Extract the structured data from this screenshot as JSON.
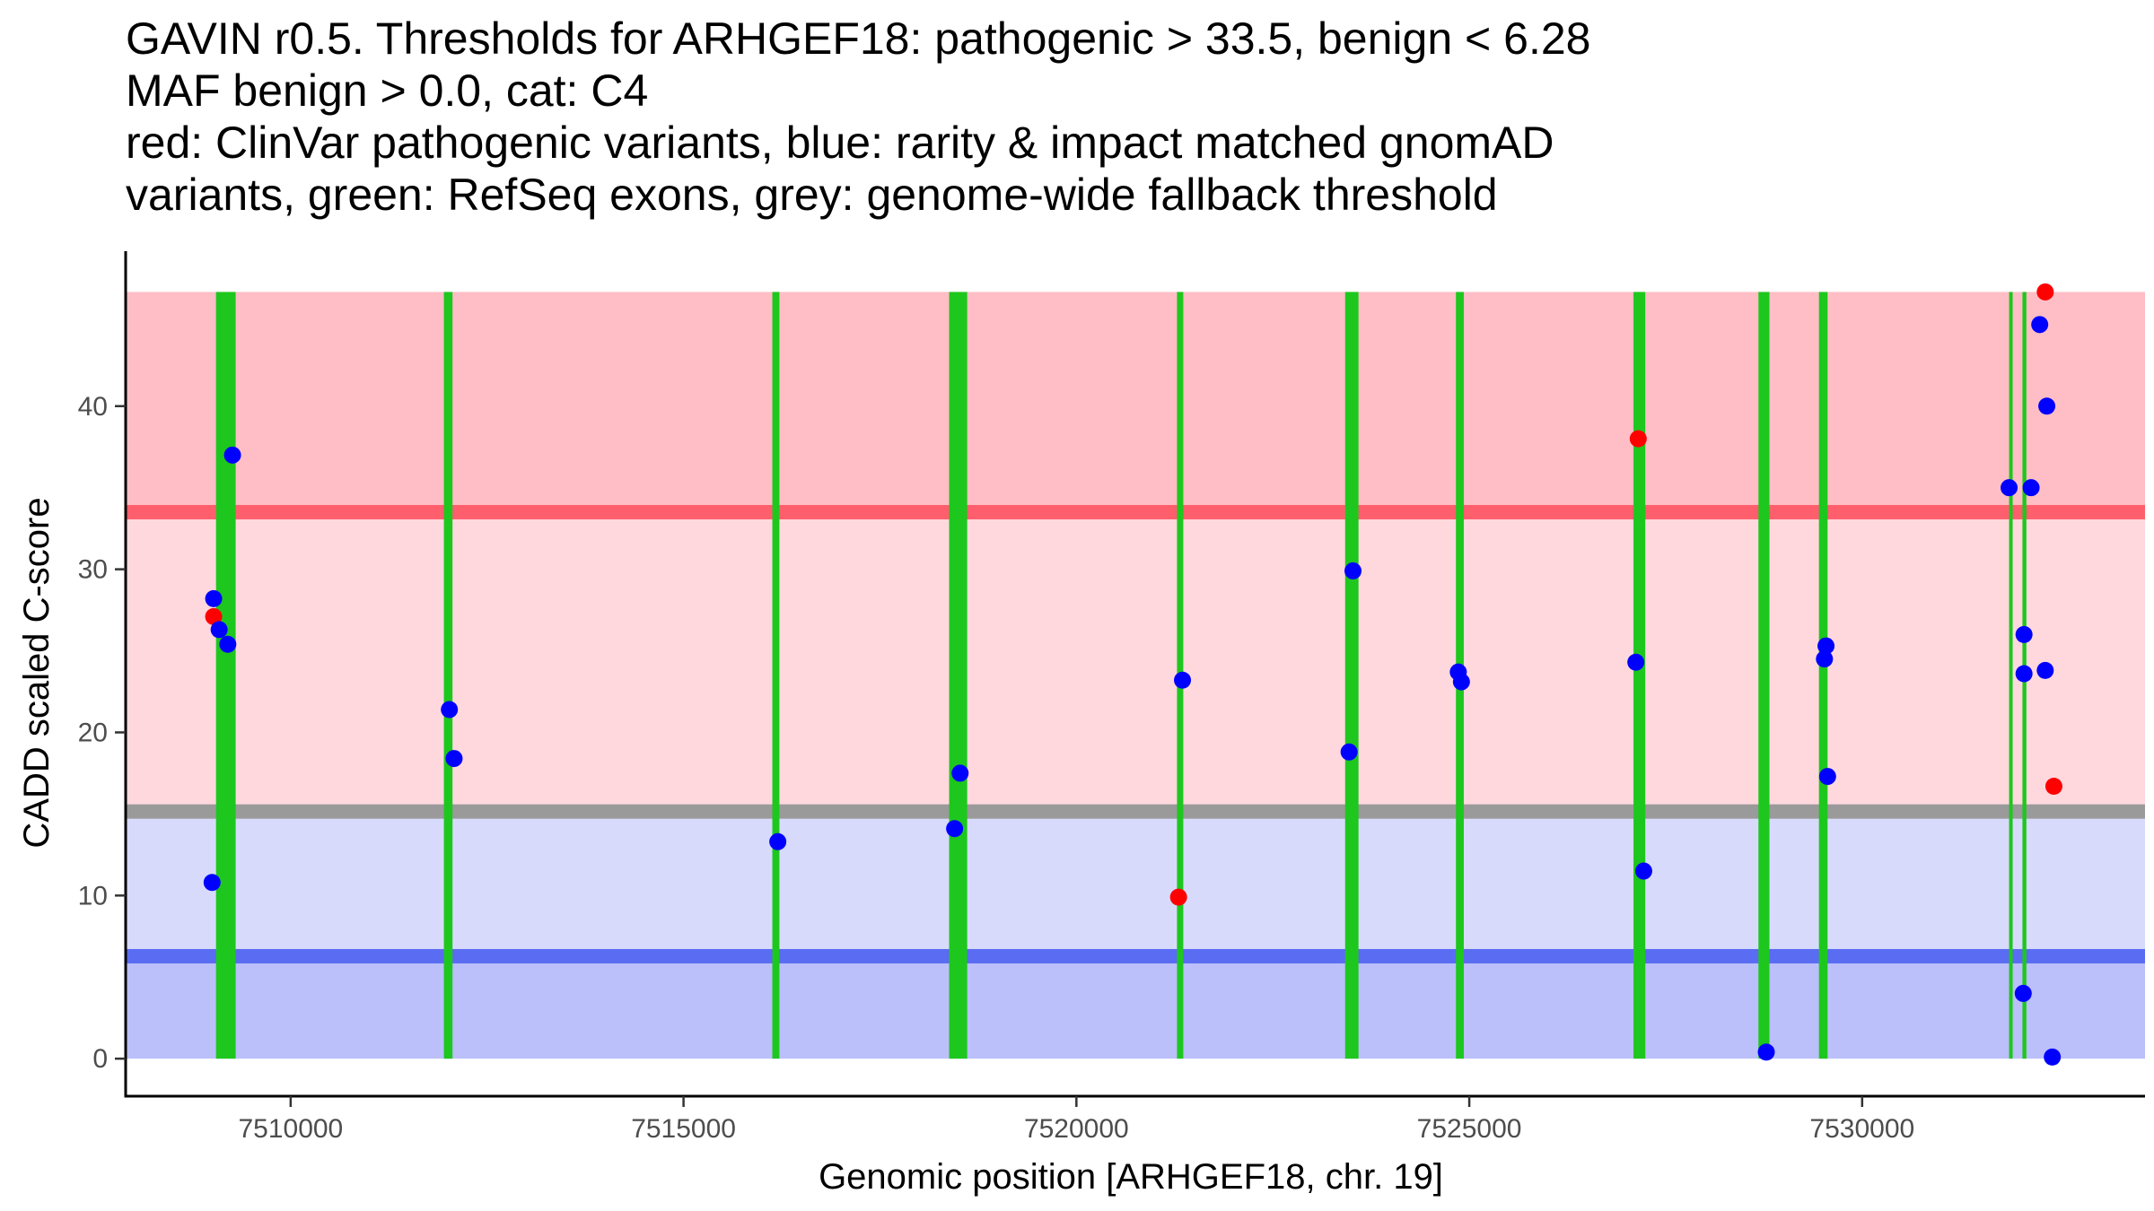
{
  "chart_data": {
    "type": "scatter",
    "title_lines": [
      "GAVIN r0.5. Thresholds for ARHGEF18: pathogenic > 33.5, benign < 6.28",
      "MAF benign > 0.0, cat: C4",
      "red: ClinVar pathogenic variants, blue: rarity & impact matched gnomAD",
      "variants, green: RefSeq exons, grey: genome-wide fallback threshold"
    ],
    "xlabel": "Genomic position [ARHGEF18, chr. 19]",
    "ylabel": "CADD scaled C-score",
    "xlim": [
      7507900,
      7533600
    ],
    "ylim": [
      -2.3,
      49.5
    ],
    "x_ticks": [
      7510000,
      7515000,
      7520000,
      7525000,
      7530000
    ],
    "x_tick_labels": [
      "7510000",
      "7515000",
      "7520000",
      "7525000",
      "7530000"
    ],
    "y_ticks": [
      0,
      10,
      20,
      30,
      40
    ],
    "y_tick_labels": [
      "0",
      "10",
      "20",
      "30",
      "40"
    ],
    "grid": false,
    "legend": "none",
    "colors": {
      "pathogenic_band": "#FFBEC5",
      "pathogenic_line": "#FF5E6C",
      "grey_region": "#FFD8DE",
      "grey_line": "#9A9A9A",
      "benign_region": "#D8DAFC",
      "benign_band": "#BBBFFA",
      "benign_line": "#5A6CF2",
      "exon": "#1EC71E",
      "pathogenic_point": "#FF0000",
      "gnomad_point": "#0000FF"
    },
    "regions": [
      {
        "name": "pathogenic",
        "y0": 33.5,
        "y1": 47.0
      },
      {
        "name": "grey zone",
        "y0": 15.15,
        "y1": 33.5
      },
      {
        "name": "fallback-to-benign",
        "y0": 6.28,
        "y1": 15.15
      },
      {
        "name": "benign",
        "y0": 0,
        "y1": 6.28
      }
    ],
    "threshold_lines": [
      {
        "name": "pathogenic threshold",
        "y": 33.5
      },
      {
        "name": "genome-wide fallback threshold",
        "y": 15.15
      },
      {
        "name": "benign threshold",
        "y": 6.28
      }
    ],
    "exons": [
      {
        "start": 7509050,
        "end": 7509300
      },
      {
        "start": 7511950,
        "end": 7512060
      },
      {
        "start": 7516130,
        "end": 7516220
      },
      {
        "start": 7518380,
        "end": 7518610
      },
      {
        "start": 7521280,
        "end": 7521360
      },
      {
        "start": 7523420,
        "end": 7523590
      },
      {
        "start": 7524830,
        "end": 7524930
      },
      {
        "start": 7527090,
        "end": 7527240
      },
      {
        "start": 7528680,
        "end": 7528820
      },
      {
        "start": 7529450,
        "end": 7529560
      },
      {
        "start": 7531870,
        "end": 7531910
      },
      {
        "start": 7532040,
        "end": 7532090
      }
    ],
    "series": [
      {
        "color_key": "pathogenic_point",
        "points": [
          {
            "x": 7509020,
            "y": 27.1
          },
          {
            "x": 7521300,
            "y": 9.9
          },
          {
            "x": 7527150,
            "y": 38.0
          },
          {
            "x": 7532330,
            "y": 47.0
          },
          {
            "x": 7532440,
            "y": 16.7
          }
        ]
      },
      {
        "color_key": "gnomad_point",
        "points": [
          {
            "x": 7509020,
            "y": 28.2
          },
          {
            "x": 7509090,
            "y": 26.3
          },
          {
            "x": 7509200,
            "y": 25.4
          },
          {
            "x": 7509260,
            "y": 37.0
          },
          {
            "x": 7509000,
            "y": 10.8
          },
          {
            "x": 7512020,
            "y": 21.4
          },
          {
            "x": 7512080,
            "y": 18.4
          },
          {
            "x": 7516200,
            "y": 13.3
          },
          {
            "x": 7518450,
            "y": 14.1
          },
          {
            "x": 7518520,
            "y": 17.5
          },
          {
            "x": 7521350,
            "y": 23.2
          },
          {
            "x": 7523520,
            "y": 29.9
          },
          {
            "x": 7523470,
            "y": 18.8
          },
          {
            "x": 7524860,
            "y": 23.7
          },
          {
            "x": 7524900,
            "y": 23.1
          },
          {
            "x": 7527120,
            "y": 24.3
          },
          {
            "x": 7527220,
            "y": 11.5
          },
          {
            "x": 7528780,
            "y": 0.4
          },
          {
            "x": 7529520,
            "y": 24.5
          },
          {
            "x": 7529540,
            "y": 25.3
          },
          {
            "x": 7529560,
            "y": 17.3
          },
          {
            "x": 7531870,
            "y": 35.0
          },
          {
            "x": 7532150,
            "y": 35.0
          },
          {
            "x": 7532060,
            "y": 26.0
          },
          {
            "x": 7532060,
            "y": 23.6
          },
          {
            "x": 7532330,
            "y": 23.8
          },
          {
            "x": 7532050,
            "y": 4.0
          },
          {
            "x": 7532260,
            "y": 45.0
          },
          {
            "x": 7532350,
            "y": 40.0
          },
          {
            "x": 7532420,
            "y": 0.1
          }
        ]
      }
    ]
  }
}
